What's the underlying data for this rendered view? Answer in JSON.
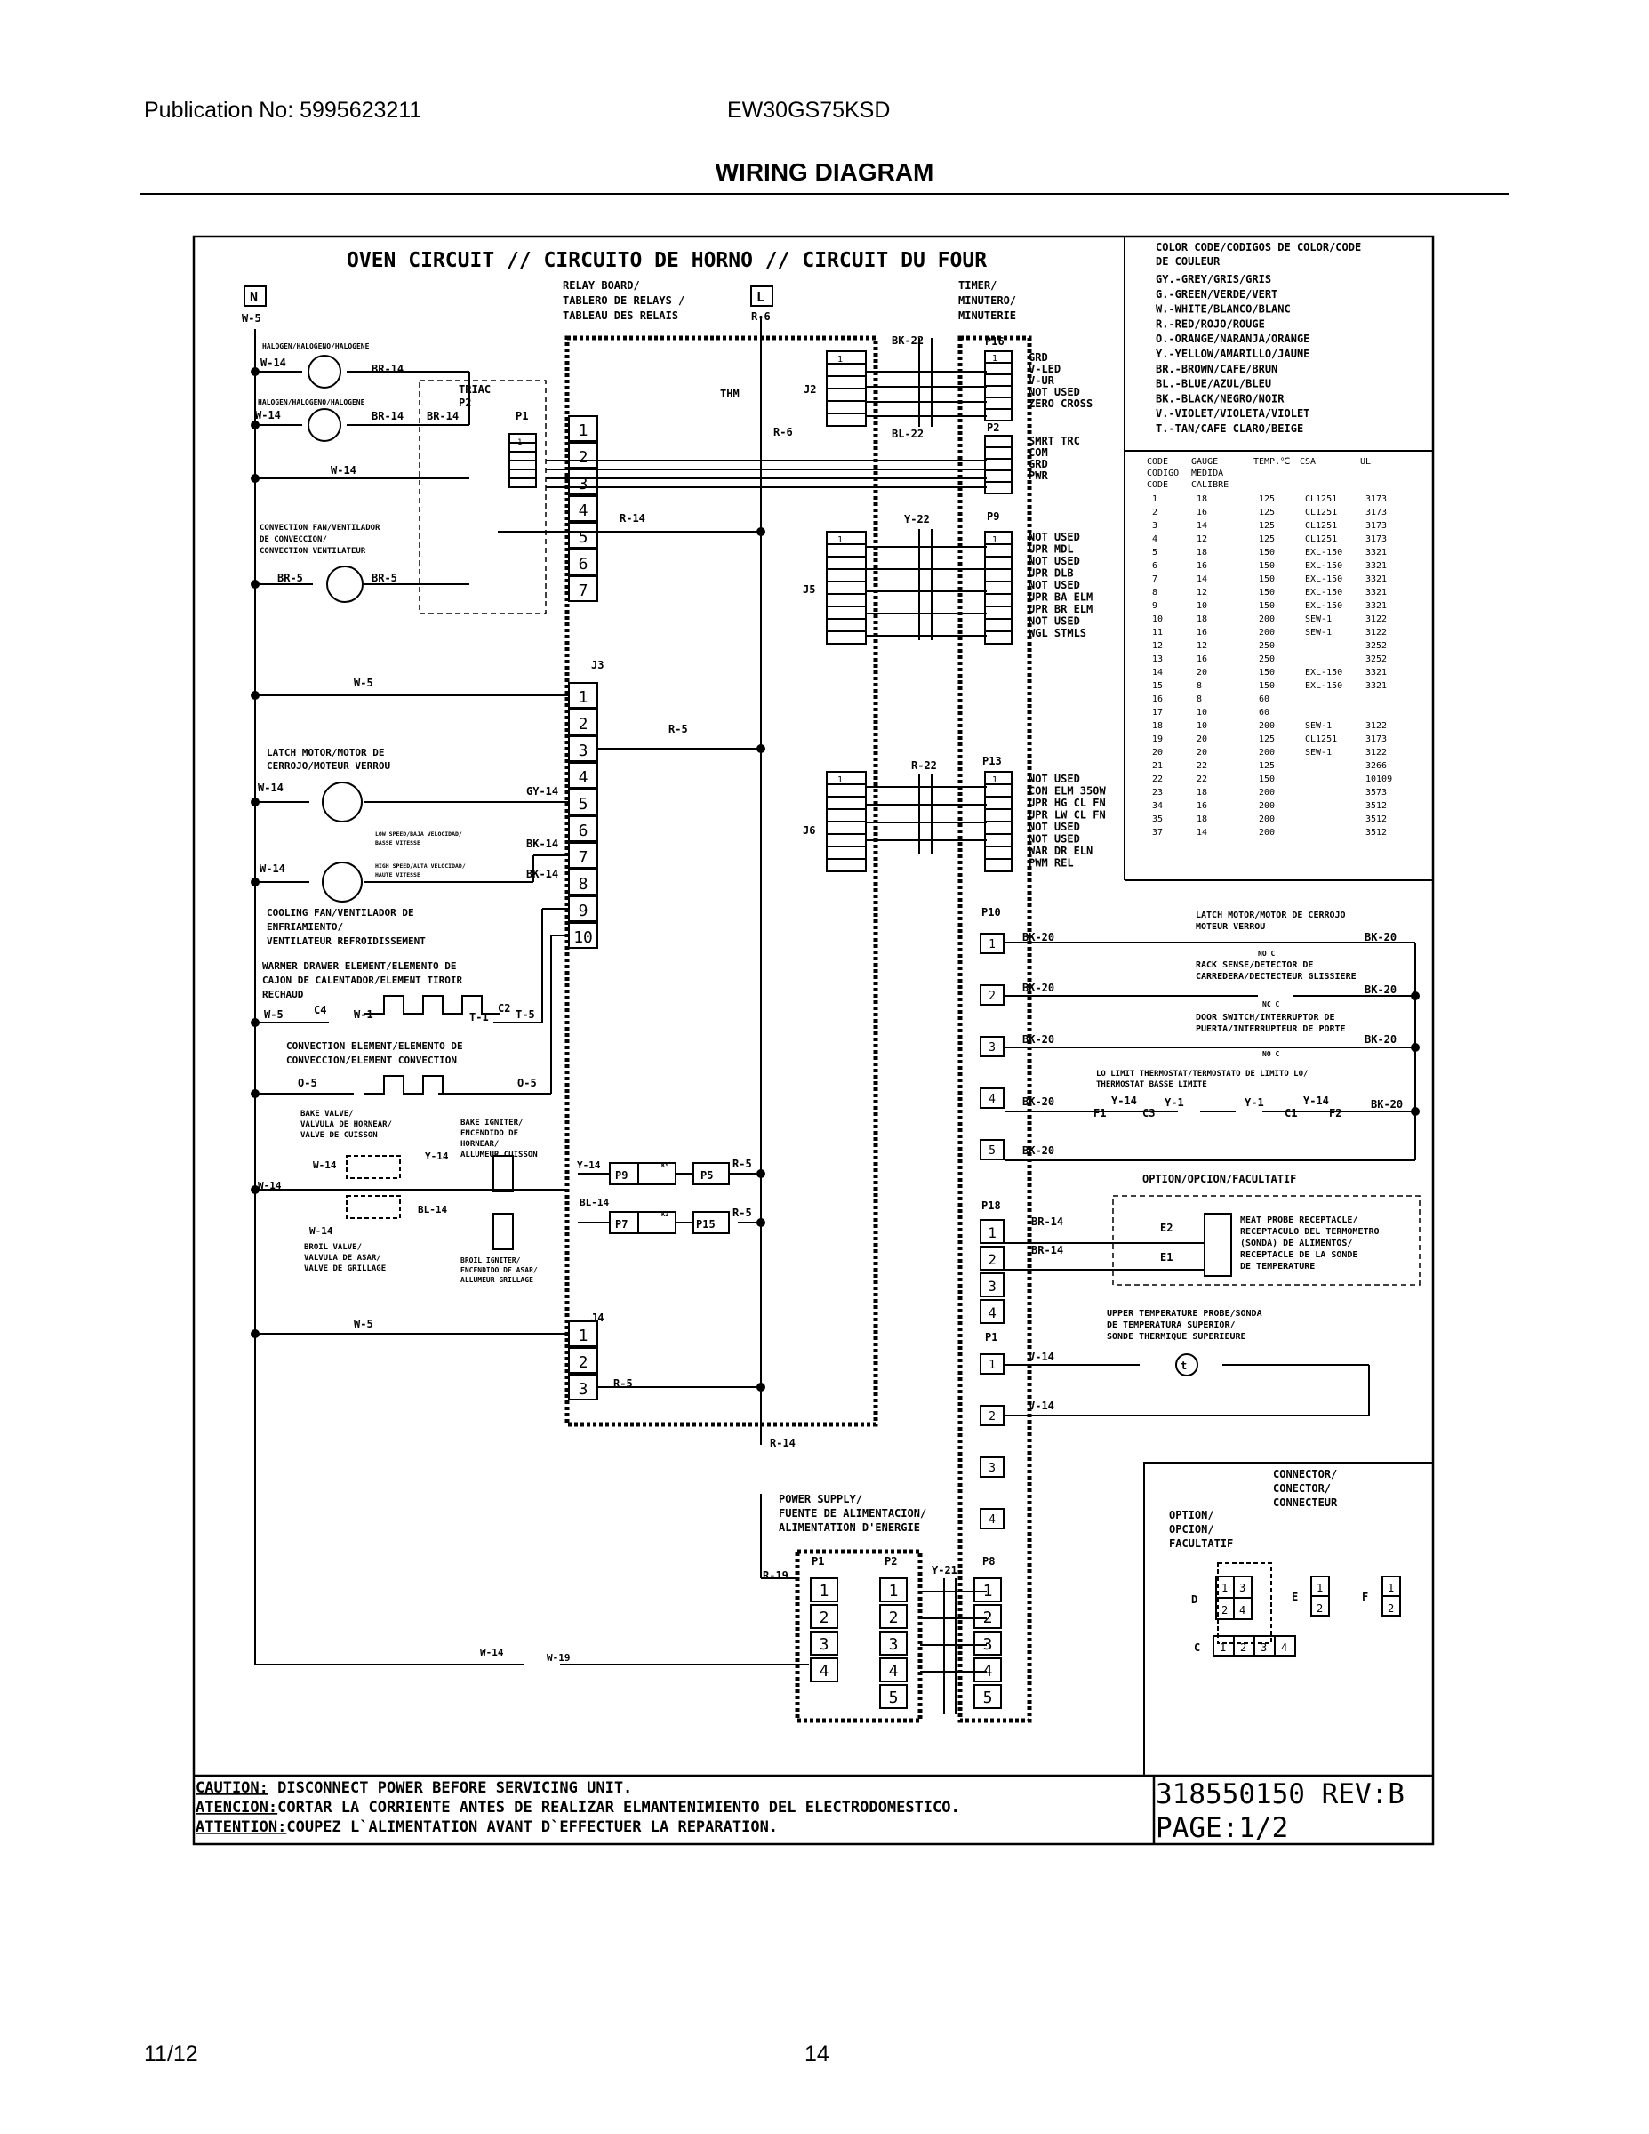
{
  "header": {
    "publication": "Publication No: 5995623211",
    "model": "EW30GS75KSD",
    "title": "WIRING DIAGRAM"
  },
  "footer": {
    "date": "11/12",
    "page": "14"
  },
  "diagram": {
    "heading": "OVEN CIRCUIT // CIRCUITO DE HORNO // CIRCUIT DU FOUR",
    "n_label": "N",
    "l_label": "L",
    "relay_board": [
      "RELAY BOARD/",
      "TABLERO DE RELAYS /",
      "TABLEAU  DES RELAIS"
    ],
    "timer": [
      "TIMER/",
      "MINUTERO/",
      "MINUTERIE"
    ],
    "triac": [
      "TRIAC",
      "P2"
    ],
    "thm": "THM",
    "halogen1": "HALOGEN/HALOGENO/HALOGENE",
    "halogen2": "HALOGEN/HALOGENO/HALOGENE",
    "conv_fan": [
      "CONVECTION FAN/VENTILADOR",
      "DE CONVECCION/",
      "CONVECTION VENTILATEUR"
    ],
    "latch_motor": [
      "LATCH MOTOR/MOTOR DE",
      "CERROJO/MOTEUR VERROU"
    ],
    "low_speed": [
      "LOW SPEED/BAJA VELOCIDAD/",
      "BASSE VITESSE"
    ],
    "high_speed": [
      "HIGH SPEED/ALTA VELOCIDAD/",
      "HAUTE VITESSE"
    ],
    "cooling_fan": [
      "COOLING FAN/VENTILADOR DE",
      "ENFRIAMIENTO/",
      "VENTILATEUR REFROIDISSEMENT"
    ],
    "warmer": [
      "WARMER DRAWER ELEMENT/ELEMENTO DE",
      "CAJON DE CALENTADOR/ELEMENT TIROIR",
      "RECHAUD"
    ],
    "conv_element": [
      "CONVECTION ELEMENT/ELEMENTO DE",
      "CONVECCION/ELEMENT CONVECTION"
    ],
    "bake_valve": [
      "BAKE VALVE/",
      "VALVULA DE HORNEAR/",
      "VALVE DE CUISSON"
    ],
    "bake_igniter": [
      "BAKE IGNITER/",
      "ENCENDIDO DE",
      "HORNEAR/",
      "ALLUMEUR CUISSON"
    ],
    "broil_valve": [
      "BROIL VALVE/",
      "VALVULA DE ASAR/",
      "VALVE DE GRILLAGE"
    ],
    "broil_igniter": [
      "BROIL IGNITER/",
      "ENCENDIDO DE ASAR/",
      "ALLUMEUR GRILLAGE"
    ],
    "power_supply": [
      "POWER SUPPLY/",
      "FUENTE DE ALIMENTACION/",
      "ALIMENTATION D'ENERGIE"
    ],
    "p16_pins": [
      "GRD",
      "V-LED",
      "V-UR",
      "NOT USED",
      "ZERO CROSS"
    ],
    "p2_pins": [
      "SMRT TRC",
      "COM",
      "GRD",
      "PWR"
    ],
    "p9_pins": [
      "NOT USED",
      "UPR MDL",
      "NOT USED",
      "UPR DLB",
      "NOT USED",
      "UPR BA ELM",
      "UPR BR ELM",
      "NOT USED",
      "WGL STMLS"
    ],
    "p13_pins": [
      "NOT USED",
      "CON ELM 350W",
      "UPR HG CL FN",
      "UPR LW CL FN",
      "NOT USED",
      "NOT USED",
      "WAR DR ELN",
      "PWM REL"
    ],
    "latch_right": [
      "LATCH MOTOR/MOTOR DE CERROJO",
      "MOTEUR VERROU"
    ],
    "rack_sense": [
      "RACK SENSE/DETECTOR DE",
      "CARREDERA/DECTECTEUR GLISSIERE"
    ],
    "door_switch": [
      "DOOR SWITCH/INTERRUPTOR DE",
      "PUERTA/INTERRUPTEUR DE PORTE"
    ],
    "lo_limit": [
      "LO LIMIT THERMOSTAT/TERMOSTATO DE LIMITO LO/",
      "THERMOSTAT BASSE LIMITE"
    ],
    "option": "OPTION/OPCION/FACULTATIF",
    "meat_probe": [
      "MEAT PROBE RECEPTACLE/",
      "RECEPTACULO DEL TERMOMETRO",
      "(SONDA) DE ALIMENTOS/",
      "RECEPTACLE DE LA SONDE",
      "DE TEMPERATURE"
    ],
    "upper_probe": [
      "UPPER TEMPERATURE PROBE/SONDA",
      "DE TEMPERATURA SUPERIOR/",
      "SONDE THERMIQUE SUPERIEURE"
    ],
    "connector_box": {
      "title": [
        "CONNECTOR/",
        "CONECTOR/",
        "CONNECTEUR"
      ],
      "option": [
        "OPTION/",
        "OPCION/",
        "FACULTATIF"
      ],
      "d": "D",
      "e": "E",
      "f": "F",
      "c": "C"
    },
    "color_code": {
      "title": [
        "COLOR CODE/CODIGOS DE COLOR/CODE",
        "DE COULEUR"
      ],
      "rows": [
        "GY.-GREY/GRIS/GRIS",
        "G.-GREEN/VERDE/VERT",
        "W.-WHITE/BLANCO/BLANC",
        "R.-RED/ROJO/ROUGE",
        "O.-ORANGE/NARANJA/ORANGE",
        "Y.-YELLOW/AMARILLO/JAUNE",
        "BR.-BROWN/CAFE/BRUN",
        "BL.-BLUE/AZUL/BLEU",
        "BK.-BLACK/NEGRO/NOIR",
        "V.-VIOLET/VIOLETA/VIOLET",
        "T.-TAN/CAFE CLARO/BEIGE"
      ]
    },
    "gauge_table": {
      "headers": [
        "CODE",
        "GAUGE",
        "TEMP.℃",
        "CSA",
        "UL"
      ],
      "headers2": [
        "CODIGO",
        "MEDIDA"
      ],
      "headers3": [
        "CODE",
        "CALIBRE"
      ],
      "rows": [
        [
          "1",
          "18",
          "125",
          "CL1251",
          "3173"
        ],
        [
          "2",
          "16",
          "125",
          "CL1251",
          "3173"
        ],
        [
          "3",
          "14",
          "125",
          "CL1251",
          "3173"
        ],
        [
          "4",
          "12",
          "125",
          "CL1251",
          "3173"
        ],
        [
          "5",
          "18",
          "150",
          "EXL-150",
          "3321"
        ],
        [
          "6",
          "16",
          "150",
          "EXL-150",
          "3321"
        ],
        [
          "7",
          "14",
          "150",
          "EXL-150",
          "3321"
        ],
        [
          "8",
          "12",
          "150",
          "EXL-150",
          "3321"
        ],
        [
          "9",
          "10",
          "150",
          "EXL-150",
          "3321"
        ],
        [
          "10",
          "18",
          "200",
          "SEW-1",
          "3122"
        ],
        [
          "11",
          "16",
          "200",
          "SEW-1",
          "3122"
        ],
        [
          "12",
          "12",
          "250",
          "",
          "3252"
        ],
        [
          "13",
          "16",
          "250",
          "",
          "3252"
        ],
        [
          "14",
          "20",
          "150",
          "EXL-150",
          "3321"
        ],
        [
          "15",
          "8",
          "150",
          "EXL-150",
          "3321"
        ],
        [
          "16",
          "8",
          "60",
          "",
          ""
        ],
        [
          "17",
          "10",
          "60",
          "",
          ""
        ],
        [
          "18",
          "10",
          "200",
          "SEW-1",
          "3122"
        ],
        [
          "19",
          "20",
          "125",
          "CL1251",
          "3173"
        ],
        [
          "20",
          "20",
          "200",
          "SEW-1",
          "3122"
        ],
        [
          "21",
          "22",
          "125",
          "",
          "3266"
        ],
        [
          "22",
          "22",
          "150",
          "",
          "10109"
        ],
        [
          "23",
          "18",
          "200",
          "",
          "3573"
        ],
        [
          "34",
          "16",
          "200",
          "",
          "3512"
        ],
        [
          "35",
          "18",
          "200",
          "",
          "3512"
        ],
        [
          "37",
          "14",
          "200",
          "",
          "3512"
        ]
      ]
    },
    "caution": [
      {
        "k": "CAUTION:",
        "v": " DISCONNECT POWER BEFORE SERVICING UNIT."
      },
      {
        "k": "ATENCION:",
        "v": "CORTAR LA CORRIENTE ANTES DE REALIZAR ELMANTENIMIENTO DEL ELECTRODOMESTICO."
      },
      {
        "k": "ATTENTION:",
        "v": "COUPEZ L`ALIMENTATION AVANT D`EFFECTUER LA REPARATION."
      }
    ],
    "doc_number": "318550150 REV:B",
    "page_number": "PAGE:1/2"
  }
}
